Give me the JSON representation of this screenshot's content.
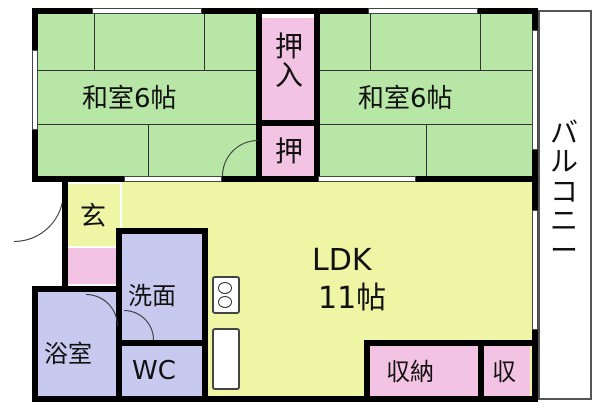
{
  "rooms": {
    "washitsu_left": "和室6帖",
    "oshiire_top": [
      "押",
      "入"
    ],
    "oshi": "押",
    "washitsu_right": "和室6帖",
    "balcony": [
      "バ",
      "ル",
      "コ",
      "ニ",
      "ー"
    ],
    "genkan": "玄",
    "ldk_name": "LDK",
    "ldk_size": "11帖",
    "senmen": "洗面",
    "yokushitsu": "浴室",
    "wc": "WC",
    "shuno": "収納",
    "shu": "収"
  },
  "colors": {
    "tatami": "#b7e6a6",
    "ldk": "#eef5a4",
    "closet": "#f3c3e3",
    "wet_area": "#c7c9ef",
    "wall": "#000000"
  }
}
